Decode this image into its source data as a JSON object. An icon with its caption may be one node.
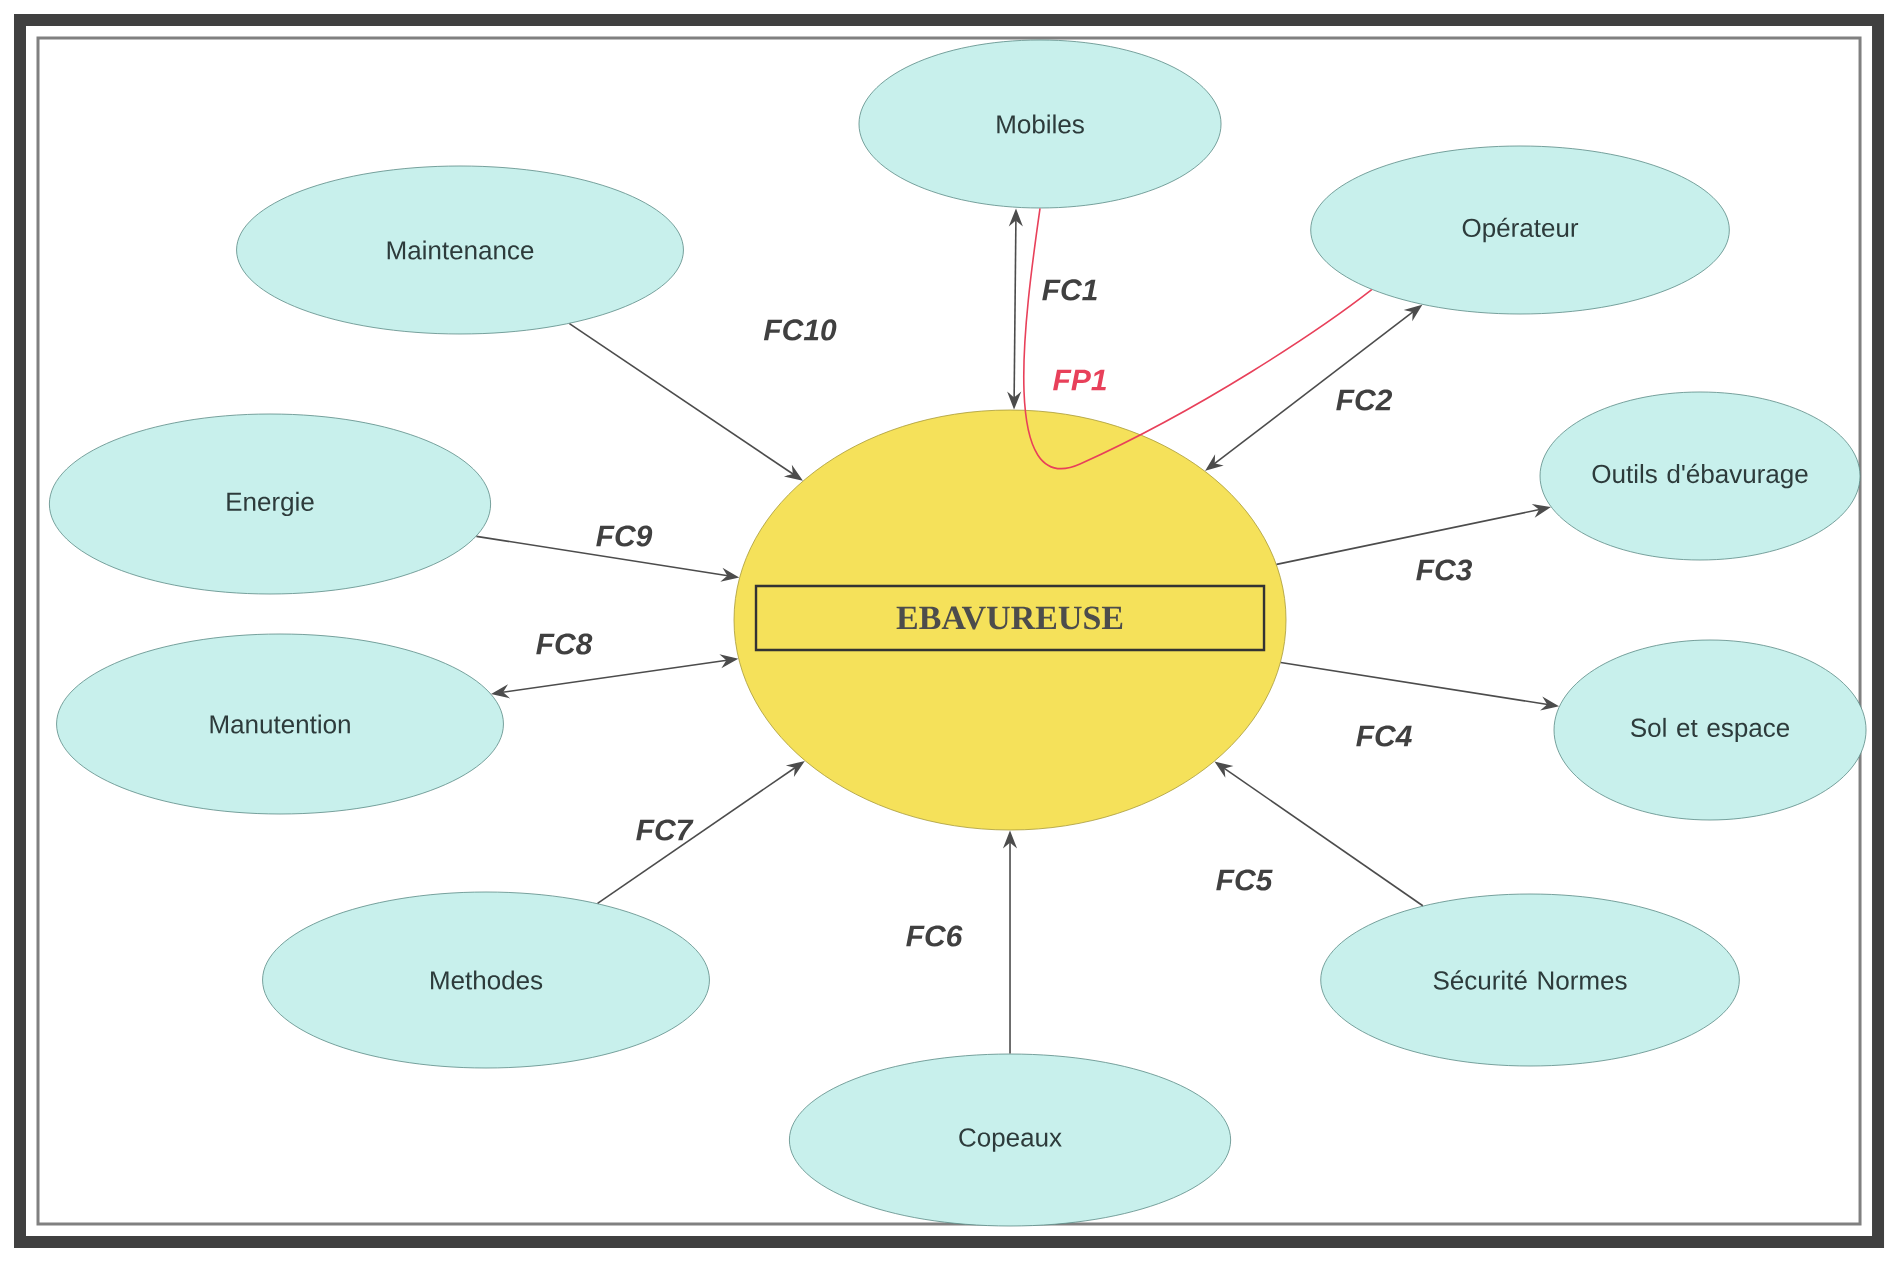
{
  "diagram": {
    "nodes": [
      {
        "text": [],
        "shape": "circle"
      },
      {
        "text": [
          "EBAVUREUSE"
        ],
        "in": 0
      },
      {
        "text": [
          "Mobiles"
        ]
      },
      {
        "text": [
          "Opérateur"
        ]
      },
      {
        "text": [
          "Maintenance"
        ]
      },
      {
        "text": [
          "Outils d'ébavurage"
        ]
      },
      {
        "text": [
          "Energie"
        ]
      },
      {
        "text": [
          "Manutention"
        ]
      },
      {
        "text": [
          "Sol et espace"
        ]
      },
      {
        "text": [
          "Methodes"
        ]
      },
      {
        "text": [
          "Sécurité Normes"
        ]
      },
      {
        "text": [
          "Copeaux"
        ]
      }
    ],
    "edges": [
      {
        "from": 2,
        "to": 0,
        "arrow": "both",
        "label": "FC1"
      },
      {
        "from": 2,
        "to": 3,
        "arrow": "none",
        "label": "FP1",
        "color": "#e8405a"
      },
      {
        "from": 3,
        "to": 0,
        "arrow": "both",
        "label": "FC2"
      },
      {
        "from": 0,
        "to": 5,
        "arrow": "to",
        "label": "FC3"
      },
      {
        "from": 0,
        "to": 8,
        "arrow": "to",
        "label": "FC4"
      },
      {
        "from": 10,
        "to": 0,
        "arrow": "to",
        "label": "FC5"
      },
      {
        "from": 11,
        "to": 0,
        "arrow": "to",
        "label": "FC6"
      },
      {
        "from": 9,
        "to": 0,
        "arrow": "to",
        "label": "FC7"
      },
      {
        "from": 7,
        "to": 0,
        "arrow": "both",
        "label": "FC8"
      },
      {
        "from": 6,
        "to": 0,
        "arrow": "to",
        "label": "FC9"
      },
      {
        "from": 4,
        "to": 0,
        "arrow": "to",
        "label": "FC10"
      }
    ]
  }
}
